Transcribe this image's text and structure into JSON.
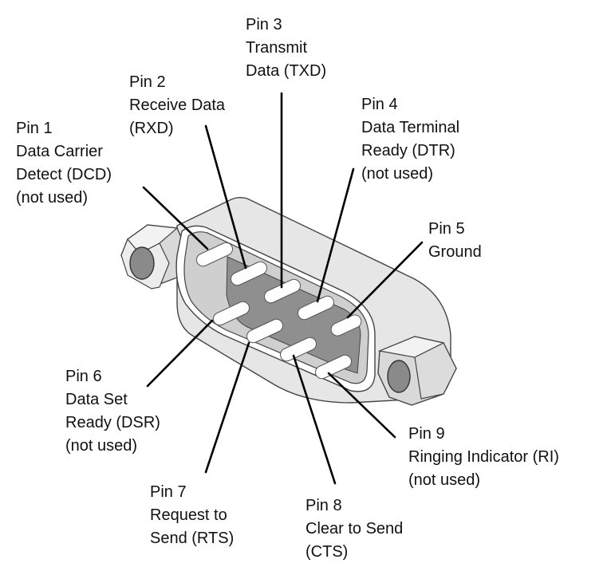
{
  "diagram": {
    "title": "DB-9 serial connector pinout",
    "colors": {
      "shell_light": "#e6e6e6",
      "shell_mid": "#cfcfcf",
      "cavity_dark": "#8f8f8f",
      "nut_face": "#efefef",
      "nut_hole": "#8a8a8a",
      "pin_fill": "#ffffff",
      "outline": "#333333",
      "leader": "#000000"
    },
    "pins": [
      {
        "number": 1,
        "lines": [
          "Pin 1",
          "Data Carrier",
          "Detect (DCD)",
          "(not used)"
        ]
      },
      {
        "number": 2,
        "lines": [
          "Pin 2",
          "Receive Data",
          "(RXD)"
        ]
      },
      {
        "number": 3,
        "lines": [
          "Pin 3",
          "Transmit",
          "Data (TXD)"
        ]
      },
      {
        "number": 4,
        "lines": [
          "Pin 4",
          "Data Terminal",
          "Ready (DTR)",
          "(not used)"
        ]
      },
      {
        "number": 5,
        "lines": [
          "Pin 5",
          "Ground"
        ]
      },
      {
        "number": 6,
        "lines": [
          "Pin 6",
          "Data Set",
          "Ready (DSR)",
          "(not used)"
        ]
      },
      {
        "number": 7,
        "lines": [
          "Pin 7",
          "Request to",
          "Send (RTS)"
        ]
      },
      {
        "number": 8,
        "lines": [
          "Pin 8",
          "Clear to Send",
          "(CTS)"
        ]
      },
      {
        "number": 9,
        "lines": [
          "Pin 9",
          "Ringing Indicator (RI)",
          "(not used)"
        ]
      }
    ]
  }
}
